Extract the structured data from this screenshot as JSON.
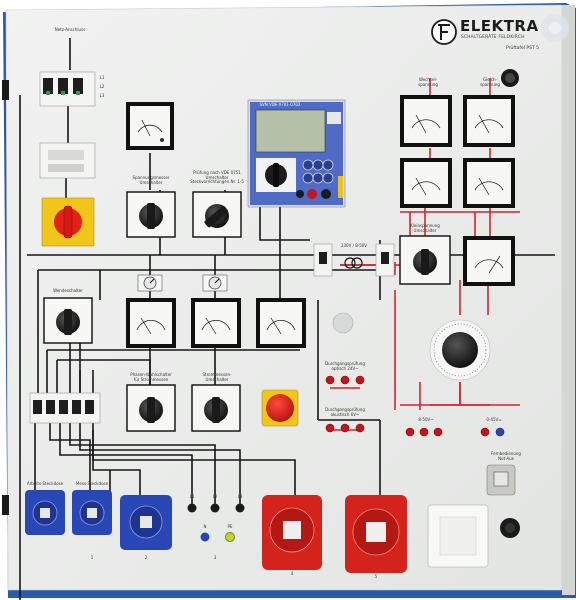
{
  "brand": {
    "name": "ELEKTRA",
    "subtitle": "SCHALTGERÄTE  FELDKIRCH",
    "model": "Prüftafel PST 5"
  },
  "labels": {
    "netz_anschluss": "Netz-Anschluss",
    "l1": "L1",
    "l2": "L2",
    "l3": "L3",
    "spannungsmesser_umschalter": "Spannungsmesser\nUmschalter",
    "pruefung_vde": "Prüfung nach VDE 0751\nUmschalter\nSteckvorrichtungen Nr. 1-5",
    "tester_model": "SVN VDE 0701-0702",
    "gleichspannung": "Gleich-\nspannung",
    "wechselspannung": "Wechsel-\nspannung",
    "kleinspannung_umschalter": "Kleinspannung\nUmschalter",
    "transformer": "230V / 8-50V",
    "wendeschalter": "Wendeschalter",
    "phasen_wahlschalter": "Phasen-Wahlschalter\nfür Strommessen",
    "strommessen_umschalter": "Strommessen-\nUmschalter",
    "durchgang_optisch": "Durchgangsprüfung\noptisch 24V~",
    "durchgang_akustisch": "Durchgangsprüfung\nakustisch 6V~",
    "v_8_50": "8-50V~",
    "v_0_45": "0-45V=",
    "fernbedienung": "Fernbedienung\nNot-Aus",
    "arbeits_steckdose": "Arbeits-Steckdose",
    "mess_steckdose": "Mess-Steckdose",
    "s1": "L1",
    "s2": "L2",
    "s3": "L3",
    "n": "N",
    "pe": "PE",
    "n1": "1",
    "n2": "2",
    "n3": "3",
    "n4": "4",
    "n5": "5"
  },
  "colors": {
    "panel": "#e9ebe9",
    "frame": "#2b5aa8",
    "wire_black": "#161616",
    "wire_red": "#d8202a",
    "socket_blue": "#2a47b8",
    "socket_red": "#d3231c"
  }
}
